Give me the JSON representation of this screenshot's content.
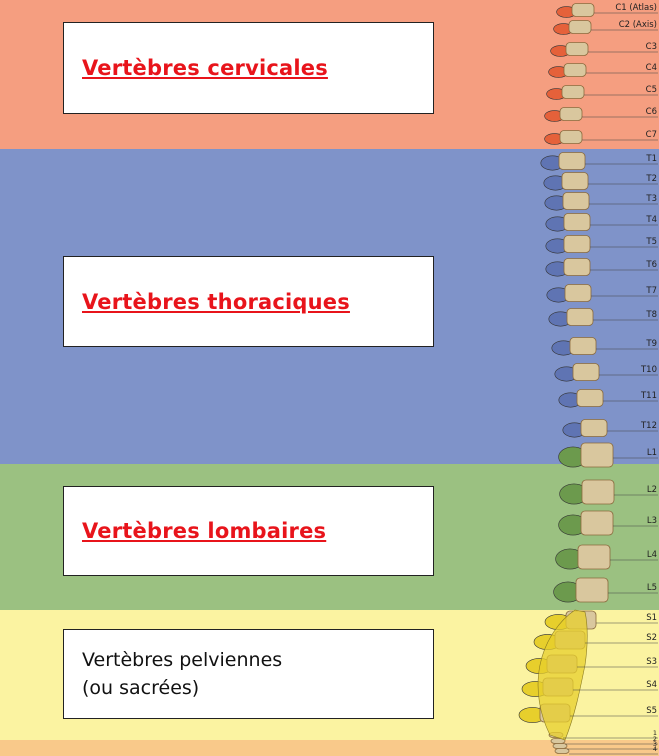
{
  "colors": {
    "cervical": "#f59e80",
    "thoracic": "#7f93c9",
    "lumbar": "#9bc181",
    "pelvic": "#fbf3a1",
    "coccyx": "#f9c98a",
    "link": "#e8141b",
    "bone": "#d9c79e",
    "bone_dark": "#8a6a3d"
  },
  "regions": {
    "cervical": {
      "label": "Vertèbres cervicales"
    },
    "thoracic": {
      "label": "Vertèbres thoraciques"
    },
    "lumbar": {
      "label": "Vertèbres lombaires"
    },
    "pelvic": {
      "label_line1": "Vertèbres pelviennes",
      "label_line2": "(ou sacrées)"
    }
  },
  "vertebra_labels": [
    "C1 (Atlas)",
    "C2 (Axis)",
    "C3",
    "C4",
    "C5",
    "C6",
    "C7",
    "T1",
    "T2",
    "T3",
    "T4",
    "T5",
    "T6",
    "T7",
    "T8",
    "T9",
    "T10",
    "T11",
    "T12",
    "L1",
    "L2",
    "L3",
    "L4",
    "L5",
    "S1",
    "S2",
    "S3",
    "S4",
    "S5",
    "1",
    "2",
    "3",
    "4"
  ]
}
